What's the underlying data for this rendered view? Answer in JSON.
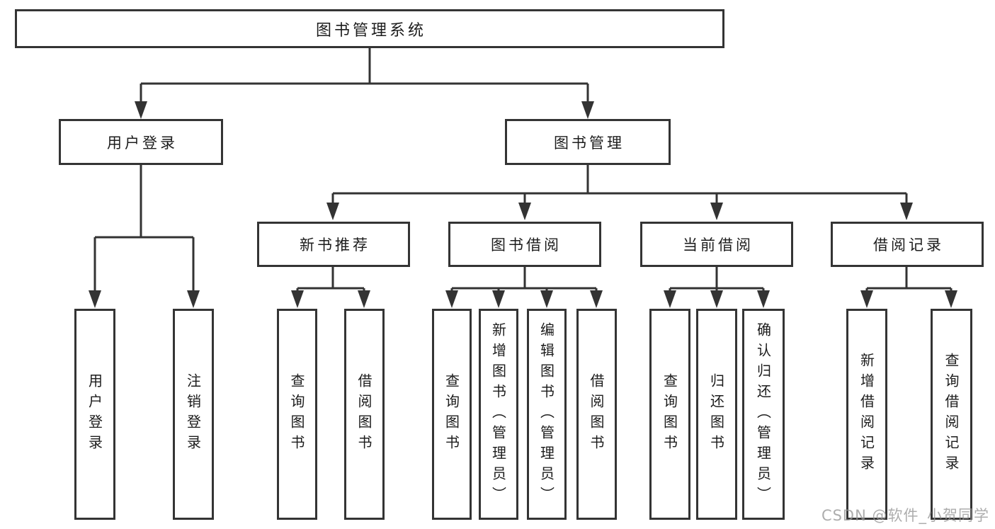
{
  "colors": {
    "line": "#333333",
    "box_border": "#343434",
    "text": "#1c1c1c",
    "background": "#ffffff",
    "watermark": "#969696"
  },
  "watermark": "CSDN @软件_小贺同学",
  "tree": {
    "root": {
      "label": "图书管理系统"
    },
    "user_login": {
      "label": "用户登录",
      "children": [
        {
          "label": "用户登录"
        },
        {
          "label": "注销登录"
        }
      ]
    },
    "book_mgmt": {
      "label": "图书管理",
      "children": [
        {
          "label": "新书推荐",
          "children": [
            {
              "label": "查询图书"
            },
            {
              "label": "借阅图书"
            }
          ]
        },
        {
          "label": "图书借阅",
          "children": [
            {
              "label": "查询图书"
            },
            {
              "label": "新增图书（管理员）"
            },
            {
              "label": "编辑图书（管理员）"
            },
            {
              "label": "借阅图书"
            }
          ]
        },
        {
          "label": "当前借阅",
          "children": [
            {
              "label": "查询图书"
            },
            {
              "label": "归还图书"
            },
            {
              "label": "确认归还（管理员）"
            }
          ]
        },
        {
          "label": "借阅记录",
          "children": [
            {
              "label": "新增借阅记录"
            },
            {
              "label": "查询借阅记录"
            }
          ]
        }
      ]
    }
  }
}
